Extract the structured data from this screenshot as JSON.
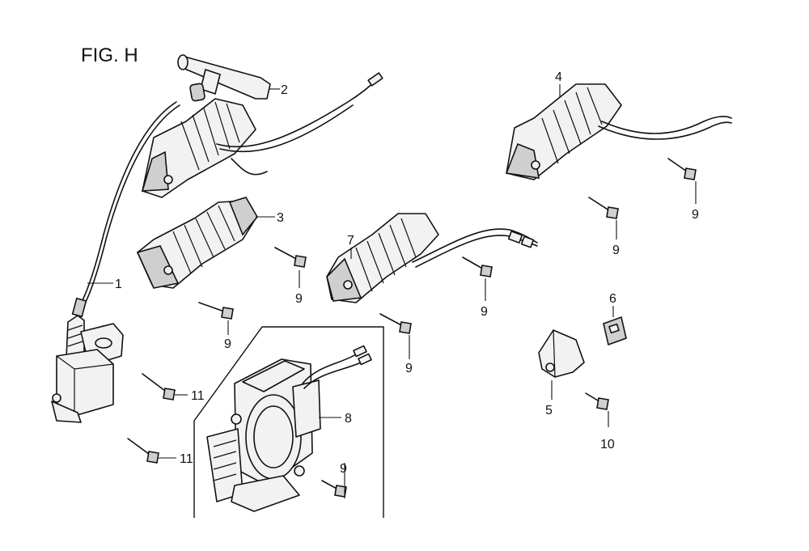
{
  "figure_title": "FIG. H",
  "callouts": [
    {
      "id": "callout-1",
      "text": "1"
    },
    {
      "id": "callout-2",
      "text": "2"
    },
    {
      "id": "callout-3",
      "text": "3"
    },
    {
      "id": "callout-4",
      "text": "4"
    },
    {
      "id": "callout-5",
      "text": "5"
    },
    {
      "id": "callout-6",
      "text": "6"
    },
    {
      "id": "callout-7",
      "text": "7"
    },
    {
      "id": "callout-8",
      "text": "8"
    },
    {
      "id": "callout-9a",
      "text": "9"
    },
    {
      "id": "callout-9b",
      "text": "9"
    },
    {
      "id": "callout-9c",
      "text": "9"
    },
    {
      "id": "callout-9d",
      "text": "9"
    },
    {
      "id": "callout-9e",
      "text": "9"
    },
    {
      "id": "callout-9f",
      "text": "9"
    },
    {
      "id": "callout-9g",
      "text": "9"
    },
    {
      "id": "callout-10",
      "text": "10"
    },
    {
      "id": "callout-11a",
      "text": "11"
    },
    {
      "id": "callout-11b",
      "text": "11"
    }
  ]
}
